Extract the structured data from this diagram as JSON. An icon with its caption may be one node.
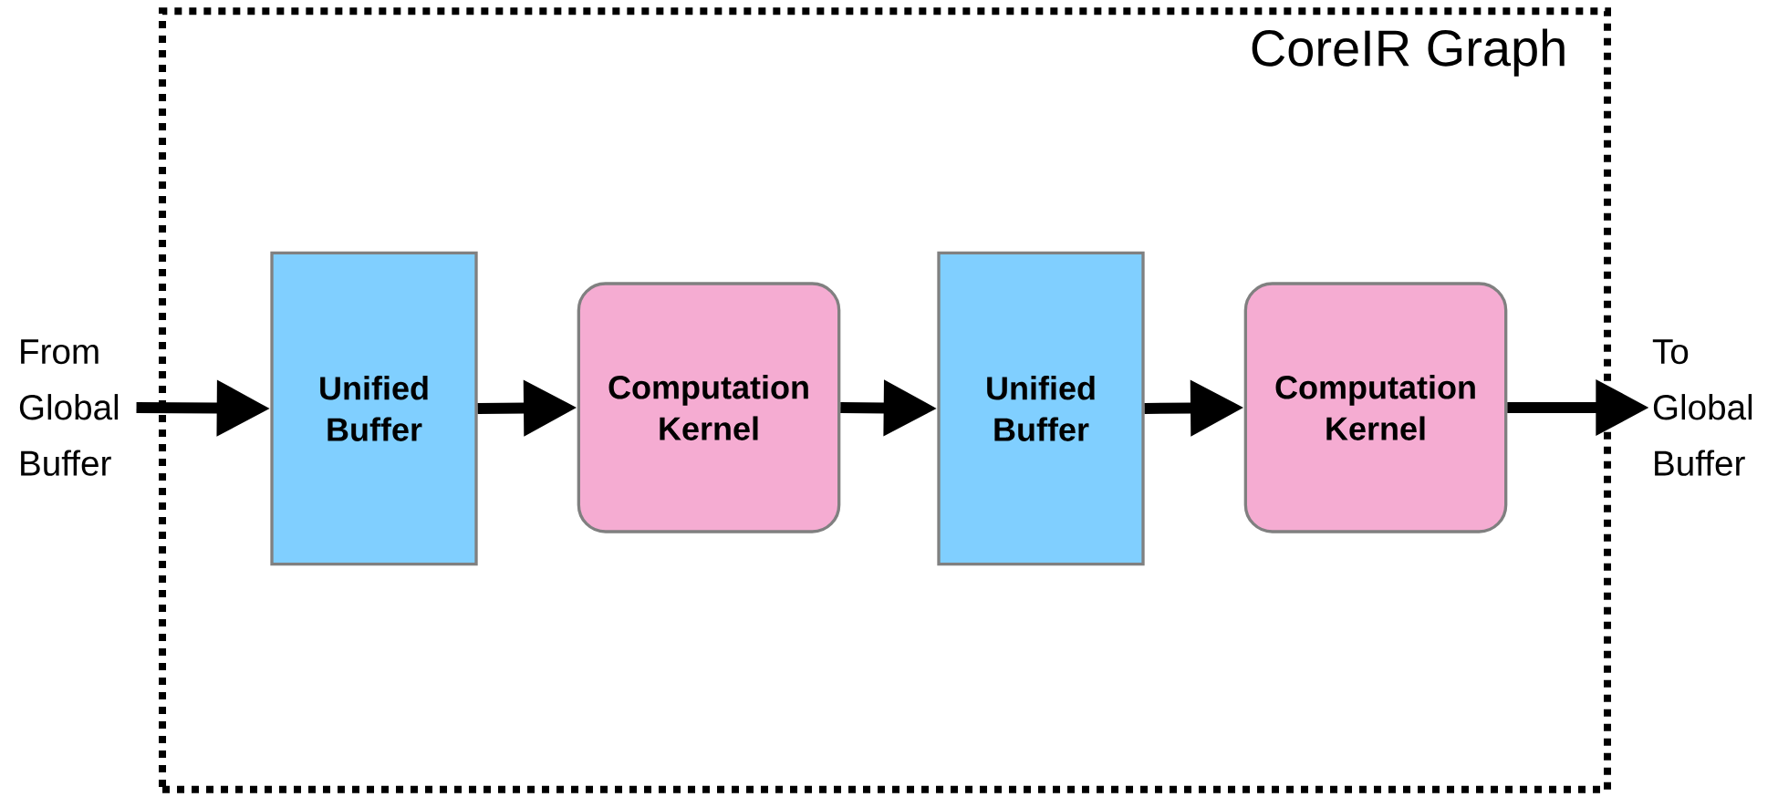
{
  "diagram": {
    "nodes": [
      {
        "text": [
          "CoreIR Graph"
        ]
      },
      {
        "text": [
          "From Global Buffer"
        ]
      },
      {
        "text": [
          "Unified Buffer"
        ],
        "in": 0
      },
      {
        "text": [
          "Computation Kernel"
        ],
        "in": 0
      },
      {
        "text": [
          "Unified Buffer"
        ],
        "in": 0
      },
      {
        "text": [
          "Computation Kernel"
        ],
        "in": 0
      },
      {
        "text": [
          "To Global Buffer"
        ]
      }
    ],
    "edges": [
      {
        "from": 1,
        "to": 2,
        "arrow": "to"
      },
      {
        "from": 2,
        "to": 3,
        "arrow": "to"
      },
      {
        "from": 3,
        "to": 4,
        "arrow": "to"
      },
      {
        "from": 4,
        "to": 5,
        "arrow": "to"
      },
      {
        "from": 5,
        "to": 6,
        "arrow": "to"
      }
    ]
  }
}
